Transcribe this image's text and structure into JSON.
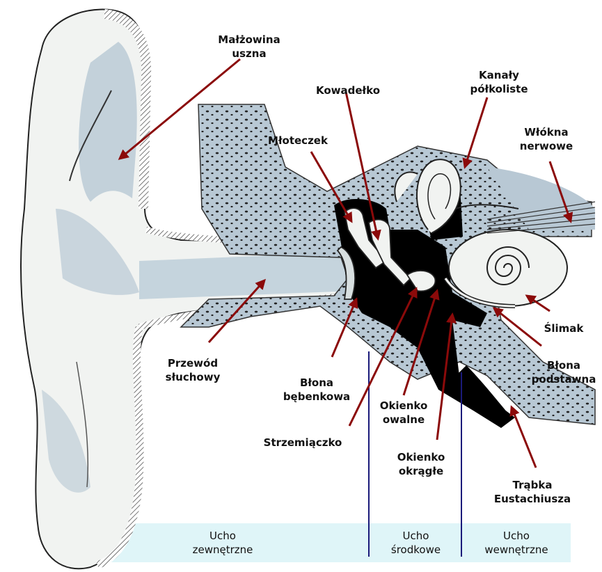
{
  "labels": {
    "auricle": [
      "Małżowina",
      "uszna"
    ],
    "incus": [
      "Kowadełko"
    ],
    "canals": [
      "Kanały",
      "półkoliste"
    ],
    "nerve": [
      "Włókna",
      "nerwowe"
    ],
    "malleus": [
      "Młoteczek"
    ],
    "ear_canal": [
      "Przewód",
      "słuchowy"
    ],
    "eardrum": [
      "Błona",
      "bębenkowa"
    ],
    "oval_window": [
      "Okienko",
      "owalne"
    ],
    "stapes": [
      "Strzemiączko"
    ],
    "round_window": [
      "Okienko",
      "okrągłe"
    ],
    "cochlea": [
      "Ślimak"
    ],
    "basilar": [
      "Błona",
      "podstawna"
    ],
    "eustachian": [
      "Trąbka",
      "Eustachiusza"
    ]
  },
  "regions": {
    "outer": [
      "Ucho",
      "zewnętrzne"
    ],
    "middle": [
      "Ucho",
      "środkowe"
    ],
    "inner": [
      "Ucho",
      "wewnętrzne"
    ]
  },
  "colors": {
    "arrow": "#8b0a0a",
    "divider": "#1a1a7a",
    "bone": "#b8c8d4",
    "skin": "#f0f2f0",
    "band": "#dff5f8"
  }
}
